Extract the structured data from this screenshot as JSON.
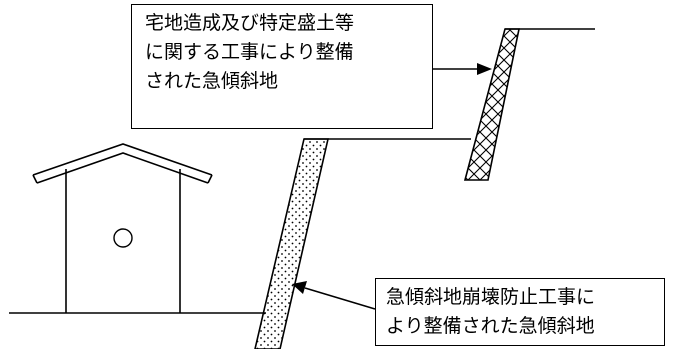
{
  "callouts": {
    "upper": {
      "lines": [
        "宅地造成及び特定盛土等",
        "に関する工事により整備",
        "された急傾斜地"
      ]
    },
    "lower": {
      "lines": [
        "急傾斜地崩壊防止工事に",
        "より整備された急傾斜地"
      ]
    }
  },
  "icons": {
    "house": "house-icon",
    "circle_mark": "circle-mark-icon",
    "arrow": "arrow-icon"
  }
}
